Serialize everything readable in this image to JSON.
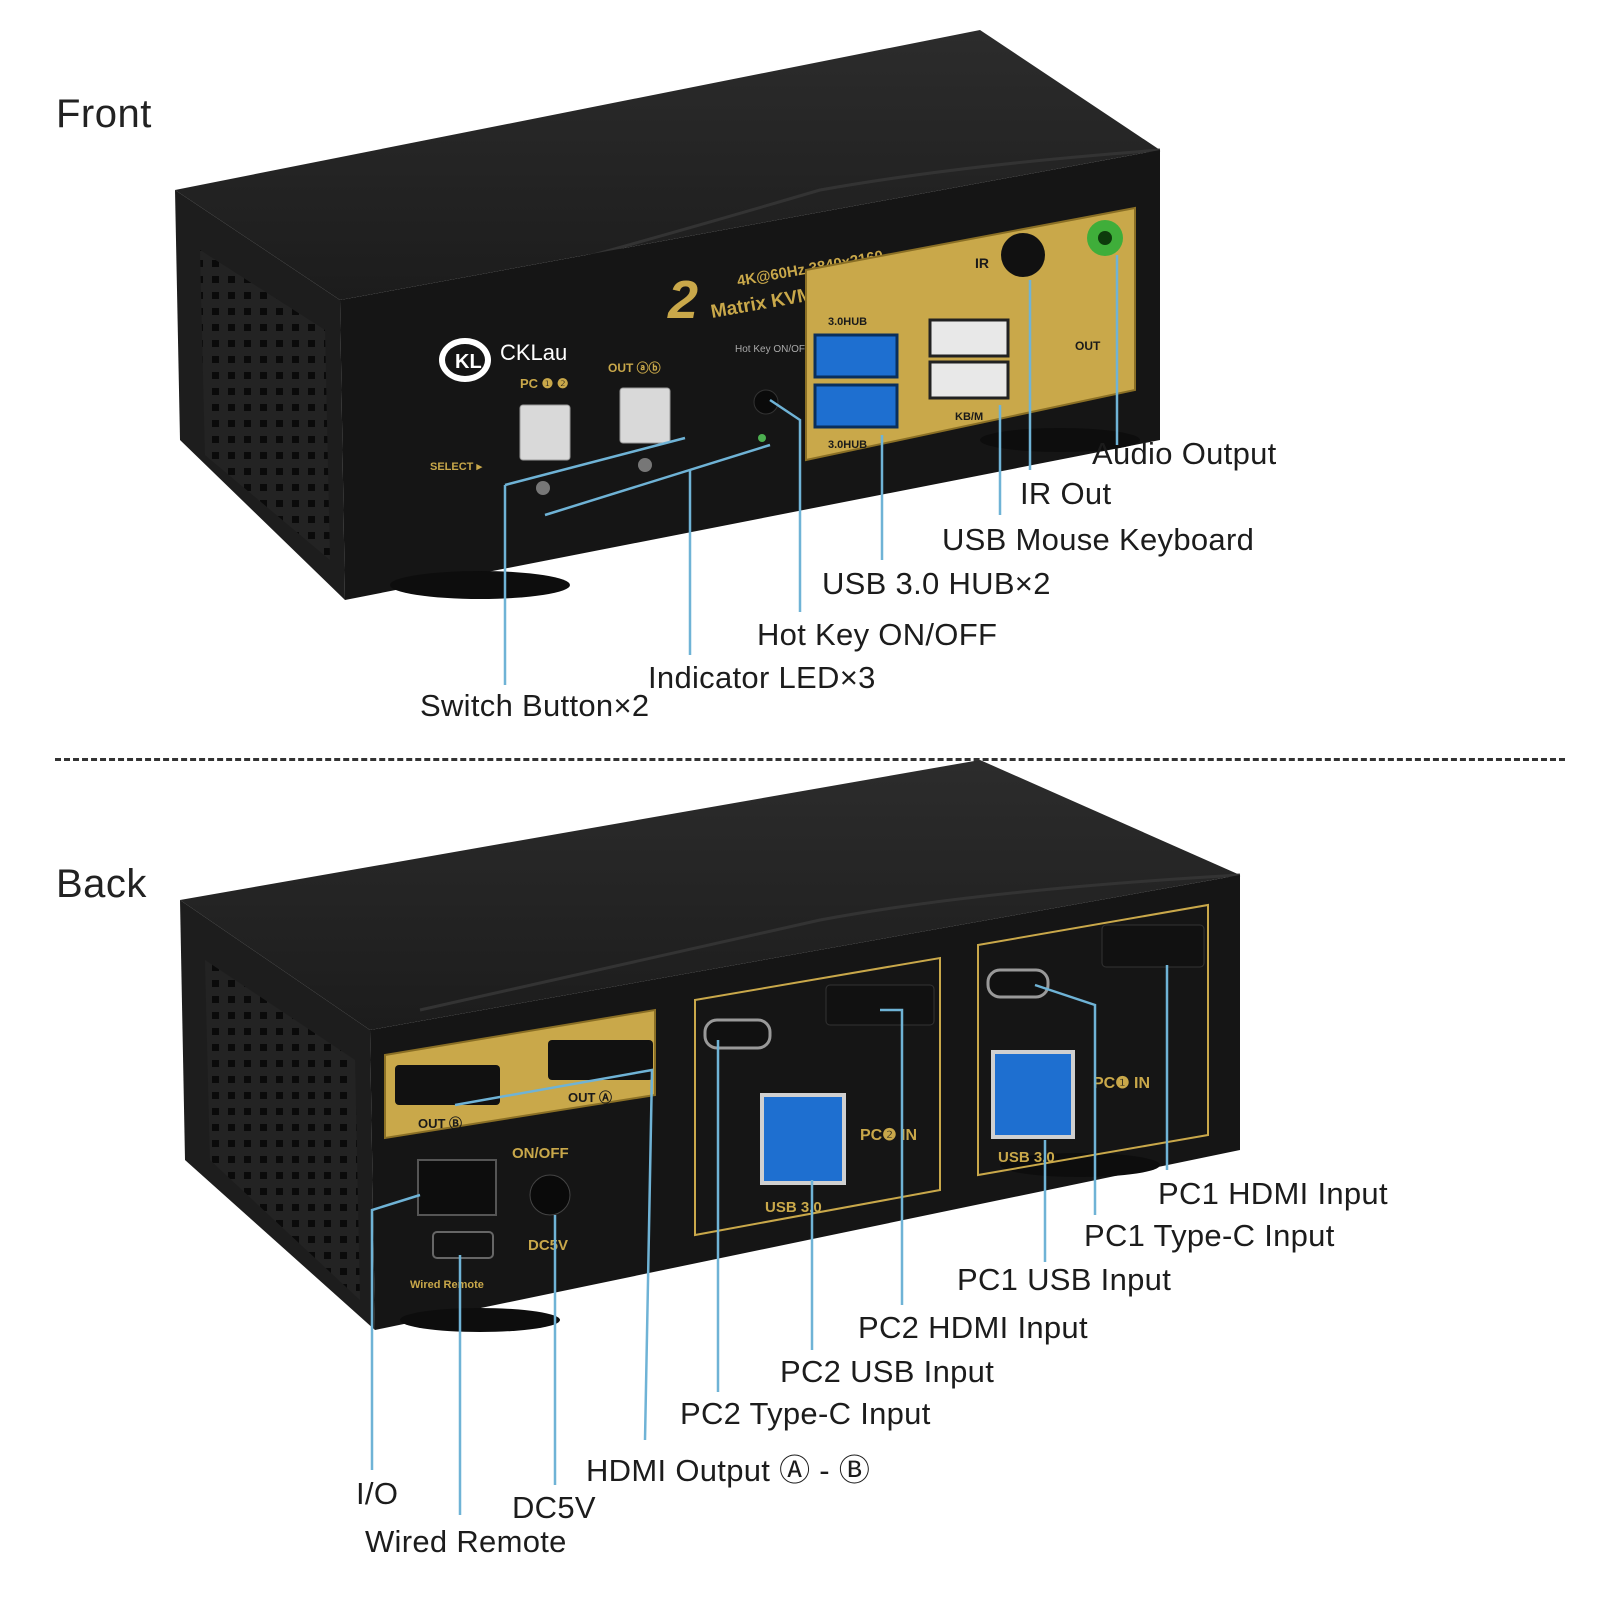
{
  "front": {
    "title": "Front",
    "device_labels": {
      "brand": "CKLau",
      "model_line1": "4K@60Hz 3840x2160",
      "model_number": "2",
      "model_line2": "Matrix KVM SWITCH",
      "select": "SELECT ▸",
      "pc_button": "PC ❶ ❷",
      "out_button": "OUT ⓐⓑ",
      "hotkey": "Hot Key ON/OFF",
      "ir": "IR",
      "usb_hub_top": "3.0HUB",
      "usb_hub_bottom": "3.0HUB",
      "usb_kb": "KB/M",
      "out": "OUT"
    },
    "callouts": {
      "audio_output": "Audio Output",
      "ir_out": "IR Out",
      "usb_mouse_keyboard": "USB Mouse Keyboard",
      "usb_hub": "USB 3.0 HUB×2",
      "hot_key": "Hot Key ON/OFF",
      "indicator_led": "Indicator LED×3",
      "switch_button": "Switch Button×2"
    }
  },
  "back": {
    "title": "Back",
    "device_labels": {
      "out_b": "OUT Ⓑ",
      "out_a": "OUT Ⓐ",
      "on_off": "ON/OFF",
      "dc5v": "DC5V",
      "wired_remote": "Wired Remote",
      "pc2_in": "PC❷ IN",
      "pc1_in": "PC❶ IN",
      "usb30_a": "USB 3.0",
      "usb30_b": "USB 3.0"
    },
    "callouts": {
      "pc1_hdmi": "PC1 HDMI Input",
      "pc1_typec": "PC1 Type-C Input",
      "pc1_usb": "PC1 USB Input",
      "pc2_hdmi": "PC2 HDMI Input",
      "pc2_usb": "PC2 USB Input",
      "pc2_typec": "PC2 Type-C Input",
      "hdmi_output": "HDMI Output Ⓐ - Ⓑ",
      "io": "I/O",
      "dc5v": "DC5V",
      "wired_remote": "Wired Remote"
    }
  },
  "colors": {
    "device_body": "#1b1b1b",
    "device_face": "#141414",
    "gold_panel": "#c9a84a",
    "usb3_blue": "#1e6fd0",
    "leader_line": "#6fb3d6",
    "audio_green": "#3fae3a"
  }
}
